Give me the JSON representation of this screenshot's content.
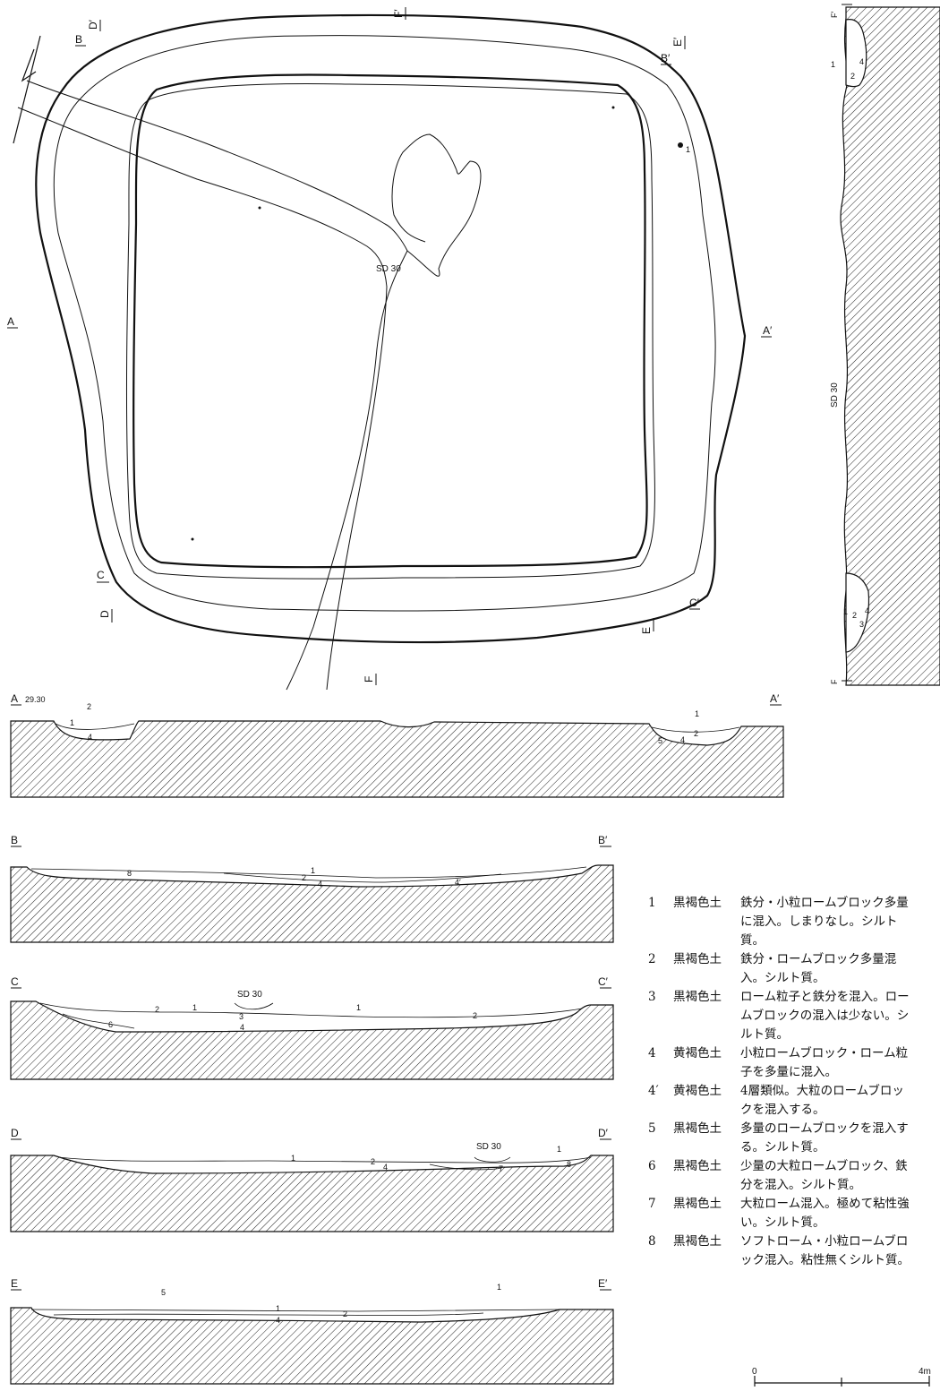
{
  "plan": {
    "feature_label": "SD 30",
    "point_label": "1",
    "section_marks": {
      "A": "A",
      "A_prime": "A′",
      "B": "B",
      "B_prime": "B′",
      "C": "C",
      "C_prime": "C′",
      "D": "D",
      "D_prime": "D′",
      "E": "E",
      "E_prime": "E′",
      "F": "F",
      "F_prime": "F′"
    }
  },
  "profile_F": {
    "feature_label": "SD 30",
    "start": "F",
    "end": "F′",
    "layers_top": [
      "1",
      "2",
      "4"
    ],
    "layers_bottom": [
      "1",
      "2",
      "3",
      "4"
    ]
  },
  "sections": {
    "A": {
      "start": "A",
      "end": "A′",
      "elevation": "29.30",
      "layers": [
        "2",
        "1",
        "4",
        "1",
        "2",
        "5",
        "4"
      ]
    },
    "B": {
      "start": "B",
      "end": "B′",
      "layers": [
        "8",
        "1",
        "2",
        "4",
        "4′"
      ]
    },
    "C": {
      "start": "C",
      "end": "C′",
      "feature_label": "SD 30",
      "layers": [
        "2",
        "1",
        "3",
        "1",
        "2",
        "6",
        "4"
      ]
    },
    "D": {
      "start": "D",
      "end": "D′",
      "feature_label": "SD 30",
      "layers": [
        "1",
        "2",
        "4",
        "7",
        "1",
        "8"
      ]
    },
    "E": {
      "start": "E",
      "end": "E′",
      "layers": [
        "5",
        "1",
        "4",
        "2",
        "1"
      ]
    }
  },
  "legend": [
    {
      "num": "1",
      "soil": "黒褐色土",
      "desc": "鉄分・小粒ロームブロック多量に混入。しまりなし。シルト質。"
    },
    {
      "num": "2",
      "soil": "黒褐色土",
      "desc": "鉄分・ロームブロック多量混入。シルト質。"
    },
    {
      "num": "3",
      "soil": "黒褐色土",
      "desc": "ローム粒子と鉄分を混入。ロームブロックの混入は少ない。シルト質。"
    },
    {
      "num": "4",
      "soil": "黄褐色土",
      "desc": "小粒ロームブロック・ローム粒子を多量に混入。"
    },
    {
      "num": "4′",
      "soil": "黄褐色土",
      "desc": "4層類似。大粒のロームブロックを混入する。"
    },
    {
      "num": "5",
      "soil": "黒褐色土",
      "desc": "多量のロームブロックを混入する。シルト質。"
    },
    {
      "num": "6",
      "soil": "黒褐色土",
      "desc": "少量の大粒ロームブロック、鉄分を混入。シルト質。"
    },
    {
      "num": "7",
      "soil": "黒褐色土",
      "desc": "大粒ローム混入。極めて粘性強い。シルト質。"
    },
    {
      "num": "8",
      "soil": "黒褐色土",
      "desc": "ソフトローム・小粒ロームブロック混入。粘性無くシルト質。"
    }
  ],
  "scale": {
    "start": "0",
    "end": "4m"
  }
}
